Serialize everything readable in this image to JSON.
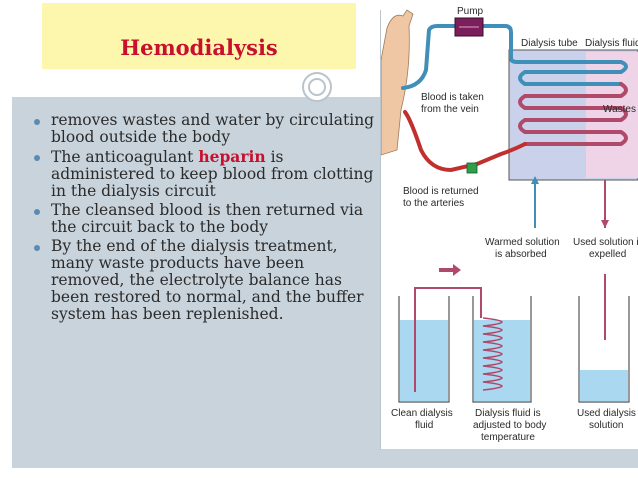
{
  "slide": {
    "title": "Hemodialysis",
    "bullets": [
      {
        "before": "removes wastes and water by circulating blood outside the body",
        "highlight": "",
        "after": ""
      },
      {
        "before": "The anticoagulant ",
        "highlight": "heparin",
        "after": " is administered to keep blood from clotting in the dialysis circuit"
      },
      {
        "before": "The cleansed blood is then returned via the circuit back to the body",
        "highlight": "",
        "after": ""
      },
      {
        "before": "By the end of the dialysis treatment, many waste products have been removed, the electrolyte balance has been restored to normal, and the buffer system has been replenished.",
        "highlight": "",
        "after": ""
      }
    ]
  },
  "diagram": {
    "labels": {
      "pump": "Pump",
      "dialysis_tube": "Dialysis tube",
      "dialysis_fluid": "Dialysis fluid",
      "blood_taken_1": "Blood is taken",
      "blood_taken_2": "from the vein",
      "wastes": "Wastes",
      "blood_returned_1": "Blood is returned",
      "blood_returned_2": "to the arteries",
      "warmed_1": "Warmed solution",
      "warmed_2": "is absorbed",
      "used_expelled_1": "Used solution is",
      "used_expelled_2": "expelled",
      "clean_1": "Clean dialysis",
      "clean_2": "fluid",
      "adjusted_1": "Dialysis fluid is",
      "adjusted_2": "adjusted to body",
      "adjusted_3": "temperature",
      "used_solution_1": "Used dialysis",
      "used_solution_2": "solution"
    },
    "colors": {
      "venous": "#3f8fb8",
      "arterial": "#c0302e",
      "pump": "#7a1f5a",
      "connector": "#2d9e4a",
      "bath": "#c9d2ea",
      "liquid": "#a9d8f0"
    }
  }
}
